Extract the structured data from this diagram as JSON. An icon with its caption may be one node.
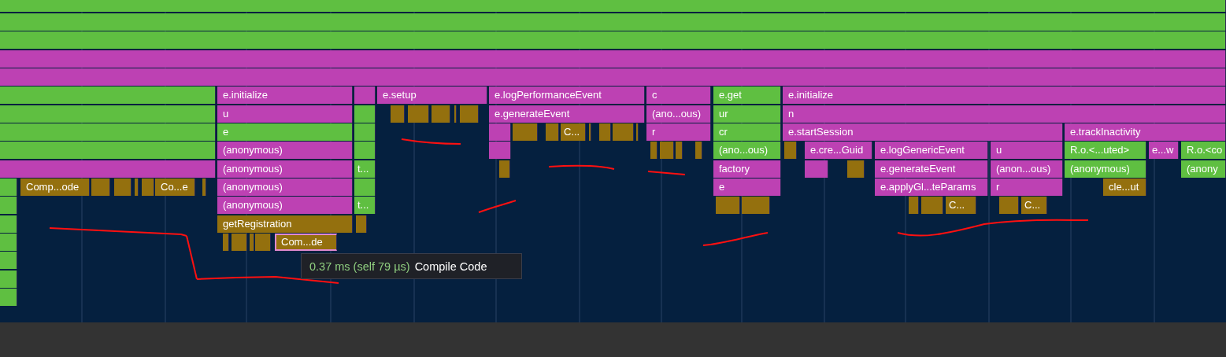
{
  "diagram": {
    "nodes": [
      {
        "text": [],
        "shape": "bar"
      },
      {
        "text": [],
        "shape": "bar"
      },
      {
        "text": [],
        "shape": "bar"
      },
      {
        "text": [],
        "shape": "bar"
      },
      {
        "text": [],
        "shape": "bar"
      },
      {
        "text": [],
        "shape": "bar"
      },
      {
        "text": [
          "e.initialize"
        ]
      },
      {
        "text": [],
        "shape": "bar"
      },
      {
        "text": [
          "e.setup"
        ]
      },
      {
        "text": [
          "e.logPerformanceEvent"
        ]
      },
      {
        "text": [
          "c"
        ]
      },
      {
        "text": [
          "e.get"
        ]
      },
      {
        "text": [
          "e.initialize"
        ]
      },
      {
        "text": [],
        "shape": "bar"
      },
      {
        "text": [
          "u"
        ]
      },
      {
        "text": [],
        "shape": "bar"
      },
      {
        "text": [],
        "shape": "bar"
      },
      {
        "text": [],
        "shape": "bar"
      },
      {
        "text": [],
        "shape": "bar"
      },
      {
        "text": [],
        "shape": "bar"
      },
      {
        "text": [],
        "shape": "bar"
      },
      {
        "text": [
          "e.generateEvent"
        ]
      },
      {
        "text": [
          "(ano...ous)"
        ]
      },
      {
        "text": [
          "ur"
        ]
      },
      {
        "text": [
          "n"
        ]
      },
      {
        "text": [],
        "shape": "bar"
      },
      {
        "text": [
          "e"
        ]
      },
      {
        "text": [],
        "shape": "bar"
      },
      {
        "text": [],
        "shape": "bar"
      },
      {
        "text": [],
        "shape": "bar"
      },
      {
        "text": [],
        "shape": "bar"
      },
      {
        "text": [
          "C..."
        ]
      },
      {
        "text": [],
        "shape": "bar"
      },
      {
        "text": [],
        "shape": "bar"
      },
      {
        "text": [],
        "shape": "bar"
      },
      {
        "text": [],
        "shape": "bar"
      },
      {
        "text": [
          "r"
        ]
      },
      {
        "text": [
          "cr"
        ]
      },
      {
        "text": [
          "e.startSession"
        ]
      },
      {
        "text": [
          "e.trackInactivity"
        ]
      },
      {
        "text": [],
        "shape": "bar"
      },
      {
        "text": [
          "(anonymous)"
        ]
      },
      {
        "text": [],
        "shape": "bar"
      },
      {
        "text": [],
        "shape": "bar"
      },
      {
        "text": [],
        "shape": "bar"
      },
      {
        "text": [],
        "shape": "bar"
      },
      {
        "text": [],
        "shape": "bar"
      },
      {
        "text": [],
        "shape": "bar"
      },
      {
        "text": [
          "(ano...ous)"
        ]
      },
      {
        "text": [],
        "shape": "bar"
      },
      {
        "text": [
          "e.cre...Guid"
        ]
      },
      {
        "text": [
          "e.logGenericEvent"
        ]
      },
      {
        "text": [
          "u"
        ]
      },
      {
        "text": [
          "R.o.<...uted>"
        ]
      },
      {
        "text": [
          "e...w"
        ]
      },
      {
        "text": [
          "R.o.<co"
        ]
      },
      {
        "text": [],
        "shape": "bar"
      },
      {
        "text": [
          "(anonymous)"
        ]
      },
      {
        "text": [
          "t..."
        ]
      },
      {
        "text": [],
        "shape": "bar"
      },
      {
        "text": [
          "factory"
        ]
      },
      {
        "text": [],
        "shape": "bar"
      },
      {
        "text": [],
        "shape": "bar"
      },
      {
        "text": [
          "e.generateEvent"
        ]
      },
      {
        "text": [
          "(anon...ous)"
        ]
      },
      {
        "text": [
          "(anonymous)"
        ]
      },
      {
        "text": [
          "(anony"
        ]
      },
      {
        "text": [],
        "shape": "bar"
      },
      {
        "text": [
          "Comp...ode"
        ]
      },
      {
        "text": [],
        "shape": "bar"
      },
      {
        "text": [],
        "shape": "bar"
      },
      {
        "text": [],
        "shape": "bar"
      },
      {
        "text": [],
        "shape": "bar"
      },
      {
        "text": [
          "Co...e"
        ]
      },
      {
        "text": [],
        "shape": "bar"
      },
      {
        "text": [
          "(anonymous)"
        ]
      },
      {
        "text": [],
        "shape": "bar"
      },
      {
        "text": [
          "e"
        ]
      },
      {
        "text": [
          "e.applyGl...teParams"
        ]
      },
      {
        "text": [
          "r"
        ]
      },
      {
        "text": [
          "cle...ut"
        ]
      },
      {
        "text": [],
        "shape": "bar"
      },
      {
        "text": [
          "(anonymous)"
        ]
      },
      {
        "text": [
          "t..."
        ]
      },
      {
        "text": [],
        "shape": "bar"
      },
      {
        "text": [],
        "shape": "bar"
      },
      {
        "text": [],
        "shape": "bar"
      },
      {
        "text": [],
        "shape": "bar"
      },
      {
        "text": [
          "C..."
        ]
      },
      {
        "text": [],
        "shape": "bar"
      },
      {
        "text": [
          "C..."
        ]
      },
      {
        "text": [],
        "shape": "bar"
      },
      {
        "text": [
          "getRegistration"
        ]
      },
      {
        "text": [],
        "shape": "bar"
      },
      {
        "text": [],
        "shape": "bar"
      },
      {
        "text": [],
        "shape": "bar"
      },
      {
        "text": [],
        "shape": "bar"
      },
      {
        "text": [],
        "shape": "bar"
      },
      {
        "text": [],
        "shape": "bar"
      },
      {
        "text": [
          "Com...de"
        ]
      },
      {
        "text": [],
        "shape": "bar"
      },
      {
        "text": [],
        "shape": "bar"
      },
      {
        "text": [],
        "shape": "bar"
      },
      {
        "text": [
          "0.37 ms (self 79 µs)",
          "Compile Code"
        ]
      }
    ]
  }
}
